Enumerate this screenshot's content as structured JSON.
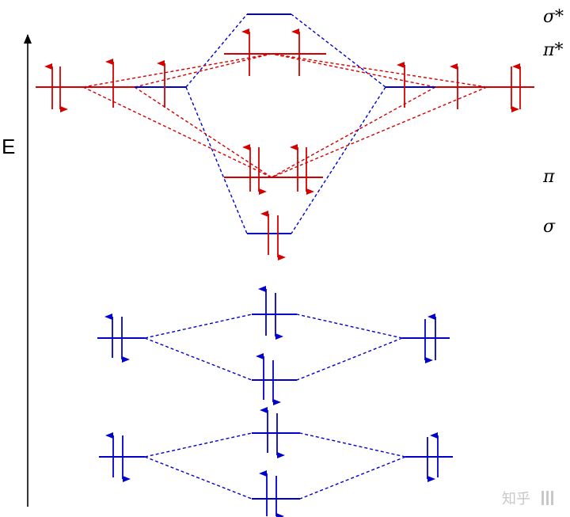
{
  "axis": {
    "label": "E"
  },
  "level_labels": {
    "sigma_star": "σ*",
    "pi_star": "π*",
    "pi": "π",
    "sigma": "σ"
  },
  "watermark": "知乎",
  "colors": {
    "p_orbitals": "#d40000",
    "s_orbitals": "#0000cc",
    "axis": "#000000",
    "watermark": "#c8c8c8"
  }
}
